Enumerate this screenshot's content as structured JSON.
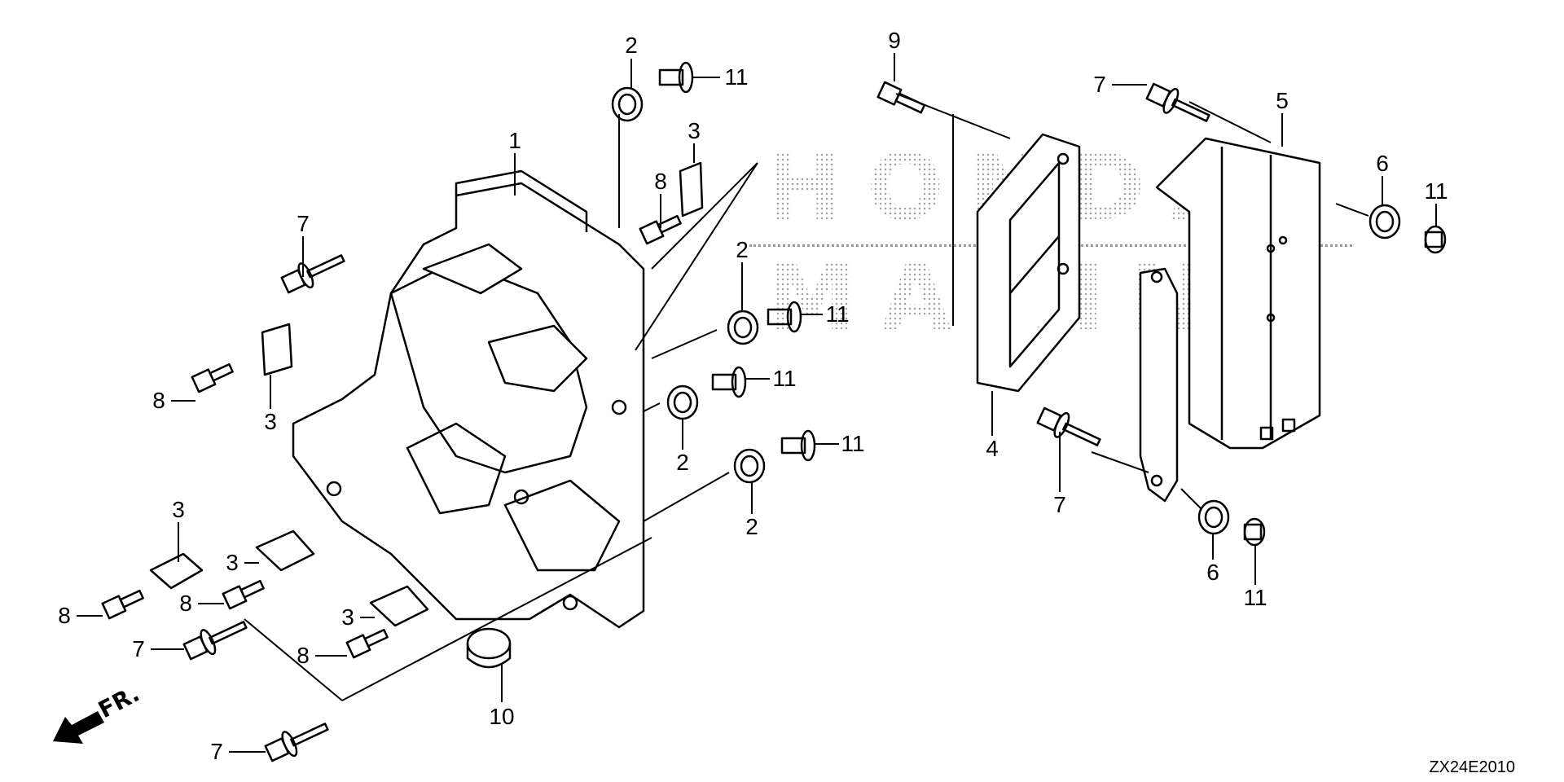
{
  "diagram": {
    "title": "Honda Marine parts exploded view",
    "watermark": {
      "line1": "HONDA",
      "line2": "MARINE"
    },
    "diagram_code": "ZX24E2010",
    "front_indicator": "FR.",
    "callouts": [
      {
        "id": "c-2a",
        "label": "2"
      },
      {
        "id": "c-11a",
        "label": "11"
      },
      {
        "id": "c-1",
        "label": "1"
      },
      {
        "id": "c-3a",
        "label": "3"
      },
      {
        "id": "c-8a",
        "label": "8"
      },
      {
        "id": "c-7a",
        "label": "7"
      },
      {
        "id": "c-8b",
        "label": "8"
      },
      {
        "id": "c-3b",
        "label": "3"
      },
      {
        "id": "c-2b",
        "label": "2"
      },
      {
        "id": "c-11b",
        "label": "11"
      },
      {
        "id": "c-11c",
        "label": "11"
      },
      {
        "id": "c-2c",
        "label": "2"
      },
      {
        "id": "c-11d",
        "label": "11"
      },
      {
        "id": "c-2d",
        "label": "2"
      },
      {
        "id": "c-3c",
        "label": "3"
      },
      {
        "id": "c-3d",
        "label": "3"
      },
      {
        "id": "c-8c",
        "label": "8"
      },
      {
        "id": "c-8d",
        "label": "8"
      },
      {
        "id": "c-7b",
        "label": "7"
      },
      {
        "id": "c-3e",
        "label": "3"
      },
      {
        "id": "c-8e",
        "label": "8"
      },
      {
        "id": "c-10",
        "label": "10"
      },
      {
        "id": "c-7c",
        "label": "7"
      },
      {
        "id": "c-9",
        "label": "9"
      },
      {
        "id": "c-7d",
        "label": "7"
      },
      {
        "id": "c-5",
        "label": "5"
      },
      {
        "id": "c-6a",
        "label": "6"
      },
      {
        "id": "c-11e",
        "label": "11"
      },
      {
        "id": "c-4",
        "label": "4"
      },
      {
        "id": "c-7e",
        "label": "7"
      },
      {
        "id": "c-6b",
        "label": "6"
      },
      {
        "id": "c-11f",
        "label": "11"
      }
    ]
  }
}
